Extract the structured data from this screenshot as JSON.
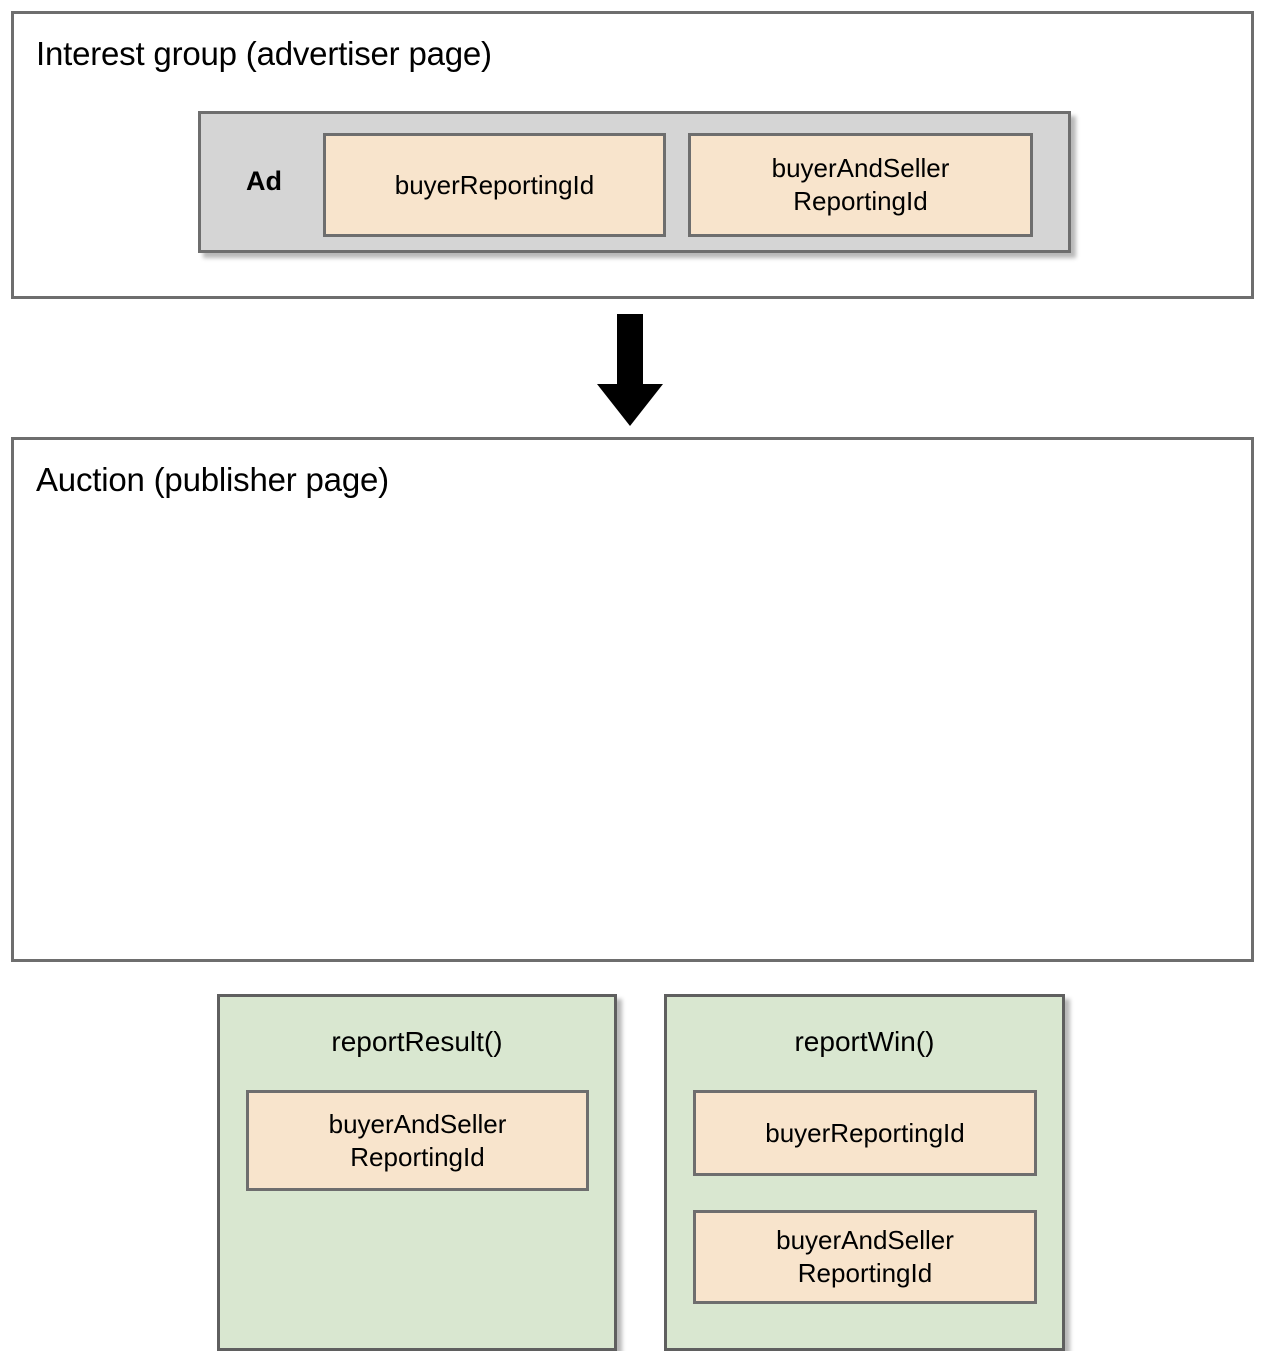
{
  "diagram": {
    "title_top": "Interest group (advertiser page)",
    "title_bottom": "Auction (publisher page)",
    "arrow": {
      "name": "down-arrow",
      "direction": "down",
      "color": "#000000"
    },
    "colors": {
      "panel_border": "#6e6e6e",
      "ad_group_fill": "#d5d5d5",
      "chip_fill": "#f8e4cc",
      "chip_border": "#6e6e6e",
      "fn_box_fill": "#d9e7d0",
      "fn_box_border": "#5f5f5f",
      "text": "#000000",
      "background": "#ffffff"
    },
    "top_panel": {
      "ad_group": {
        "label": "Ad",
        "chips": [
          {
            "text": "buyerReportingId"
          },
          {
            "text": "buyerAndSeller\nReportingId"
          }
        ]
      }
    },
    "bottom_panel": {
      "functions": [
        {
          "name": "reportResult()",
          "chips": [
            {
              "text": "buyerAndSeller\nReportingId"
            }
          ]
        },
        {
          "name": "reportWin()",
          "chips": [
            {
              "text": "buyerReportingId"
            },
            {
              "text": "buyerAndSeller\nReportingId"
            }
          ]
        }
      ]
    }
  }
}
